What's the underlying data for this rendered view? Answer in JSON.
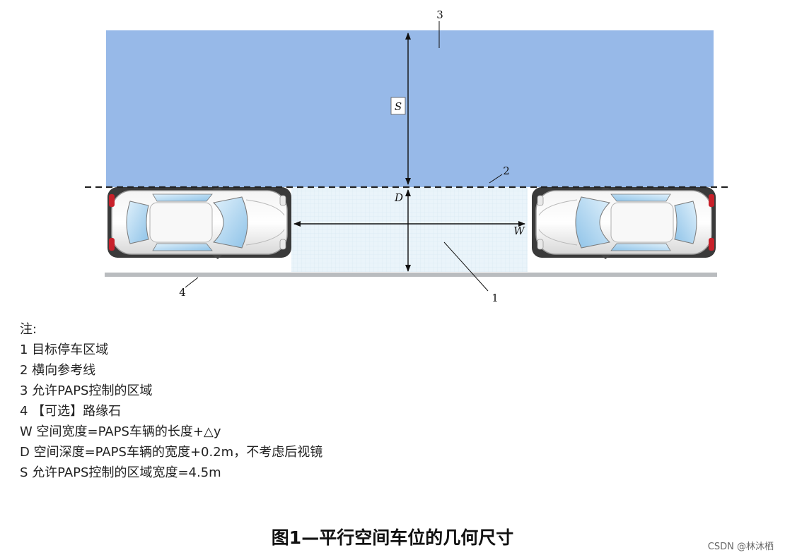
{
  "diagram": {
    "labels": {
      "n1": "1",
      "n2": "2",
      "n3": "3",
      "n4": "4",
      "S": "S",
      "D": "D",
      "W": "W"
    },
    "colors": {
      "allowed_area": "#97b9e8",
      "target_area": "#eaf4fa",
      "curb": "#b9bcbf",
      "reference_line": "#222222"
    }
  },
  "notes": {
    "heading": "注:",
    "items": [
      "1 目标停车区域",
      "2 横向参考线",
      "3 允许PAPS控制的区域",
      "4 【可选】路缘石",
      "W 空间宽度=PAPS车辆的长度+△y",
      "D  空间深度=PAPS车辆的宽度+0.2m，不考虑后视镜",
      "S   允许PAPS控制的区域宽度=4.5m"
    ]
  },
  "caption": "图1—平行空间车位的几何尺寸",
  "credit": "CSDN @林沐栖"
}
